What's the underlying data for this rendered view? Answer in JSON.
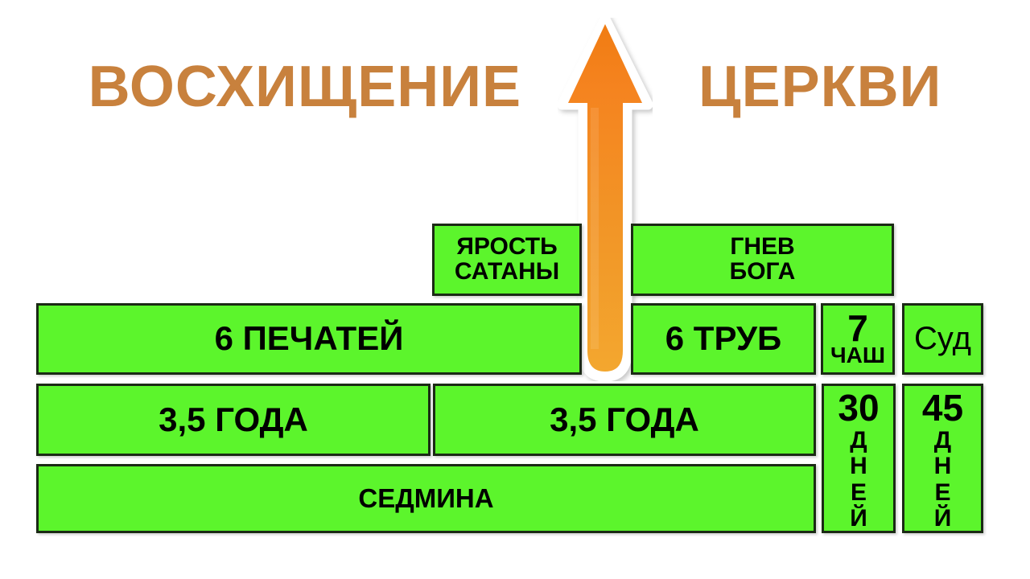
{
  "title": {
    "left_word": "ВОСХИЩЕНИЕ",
    "right_word": "ЦЕРКВИ",
    "color": "#c8813d"
  },
  "arrow": {
    "name": "rapture-arrow-up",
    "direction": "up",
    "color_top": "#f5831f",
    "color_bottom": "#f0a22e",
    "outline_color": "#ffffff"
  },
  "colors": {
    "box_fill": "#5cf52c",
    "box_border": "#1b2a15",
    "text": "#000000",
    "background": "#ffffff"
  },
  "rows": {
    "wrath": [
      {
        "id": "yarost",
        "label": "ЯРОСТЬ\nСАТАНЫ",
        "line1": "ЯРОСТЬ",
        "line2": "САТАНЫ"
      },
      {
        "id": "gnev",
        "label": "ГНЕВ\nБОГА",
        "line1": "ГНЕВ",
        "line2": "БОГА"
      }
    ],
    "judgments": [
      {
        "id": "pechatey",
        "label": "6  ПЕЧАТЕЙ"
      },
      {
        "id": "trub",
        "label": "6 ТРУБ"
      },
      {
        "id": "chash",
        "number": "7",
        "unit": "ЧАШ"
      },
      {
        "id": "sud",
        "label": "Суд"
      }
    ],
    "periods": [
      {
        "id": "god1",
        "label": "3,5 ГОДА"
      },
      {
        "id": "god2",
        "label": "3,5 ГОДА"
      }
    ],
    "week": {
      "id": "sedmina",
      "label": "СЕДМИНА"
    },
    "days": [
      {
        "id": "days30",
        "number": "30",
        "unit_letters": [
          "Д",
          "Н",
          "Е",
          "Й"
        ],
        "unit": "ДНЕЙ"
      },
      {
        "id": "days45",
        "number": "45",
        "unit_letters": [
          "Д",
          "Н",
          "Е",
          "Й"
        ],
        "unit": "ДНЕЙ"
      }
    ]
  }
}
